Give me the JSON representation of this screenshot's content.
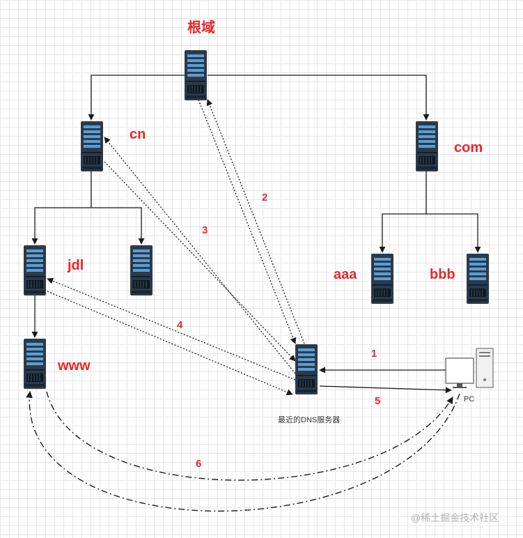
{
  "nodes": {
    "root": "根域",
    "cn": "cn",
    "com": "com",
    "jdl": "jdl",
    "aaa": "aaa",
    "bbb": "bbb",
    "www": "www",
    "dns": "最近的DNS服务器",
    "pc": "PC"
  },
  "steps": [
    "1",
    "2",
    "3",
    "4",
    "5",
    "6"
  ],
  "watermark": "@稀土掘金技术社区",
  "colors": {
    "label": "#e8262b",
    "server": "#2b3a4a",
    "line": "#1a1a1a"
  }
}
